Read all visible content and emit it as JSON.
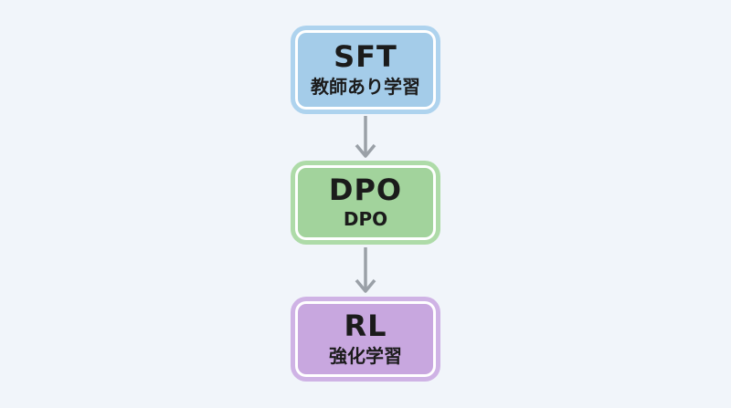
{
  "diagram": {
    "background_color": "#f1f5fa",
    "text_color": "#1b1b1b",
    "arrow_color": "#9aa0a7",
    "nodes": [
      {
        "id": "sft",
        "title": "SFT",
        "subtitle": "教師あり学習",
        "fill_color": "#a4cce9",
        "border_color": "#aed3ee"
      },
      {
        "id": "dpo",
        "title": "DPO",
        "subtitle": "DPO",
        "fill_color": "#a2d39c",
        "border_color": "#aedba8"
      },
      {
        "id": "rl",
        "title": "RL",
        "subtitle": "強化学習",
        "fill_color": "#c8a7df",
        "border_color": "#cfb3e5"
      }
    ],
    "edges": [
      {
        "from": "sft",
        "to": "dpo"
      },
      {
        "from": "dpo",
        "to": "rl"
      }
    ]
  }
}
